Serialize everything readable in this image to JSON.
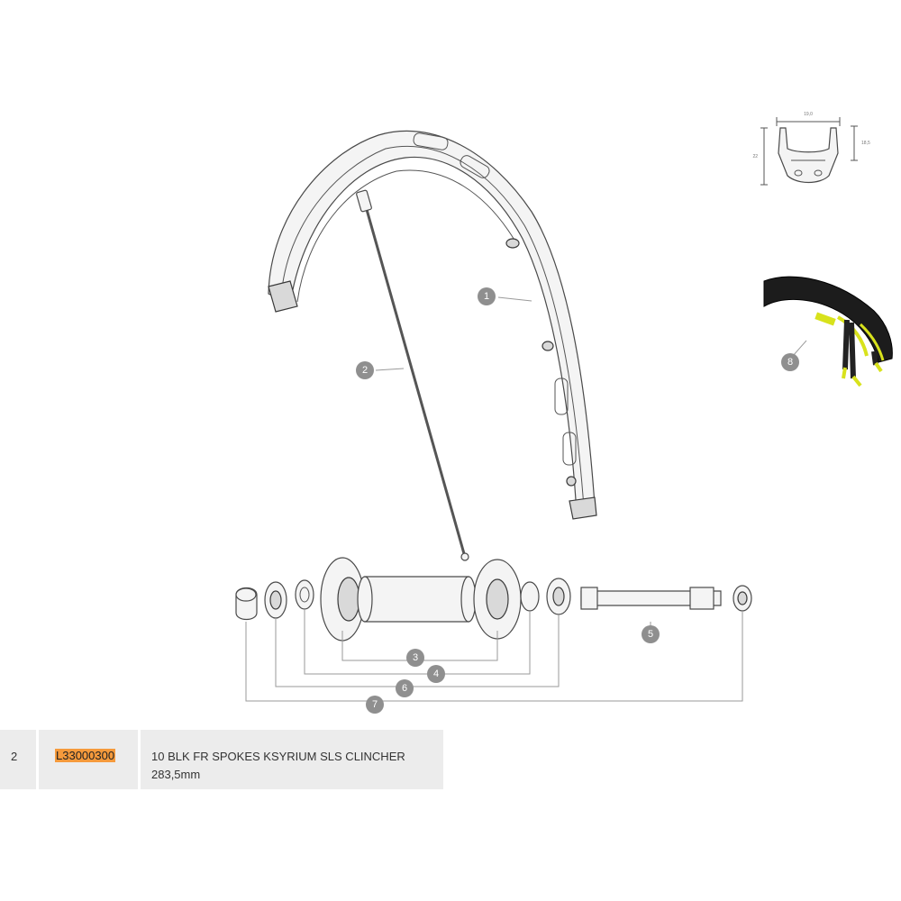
{
  "callouts": {
    "c1": "1",
    "c2": "2",
    "c3": "3",
    "c4": "4",
    "c5": "5",
    "c6": "6",
    "c7": "7",
    "c8": "8"
  },
  "profile_dims": {
    "width": "19,0",
    "height_inner": "18,5",
    "height_outer": "22"
  },
  "table": {
    "row": {
      "number": "2",
      "reference": "L33000300",
      "description_line1": "10 BLK FR SPOKES KSYRIUM SLS CLINCHER",
      "description_line2": "283,5mm"
    }
  },
  "colors": {
    "highlight": "#f59a3c",
    "row_bg": "#ececec",
    "callout": "#8f8f8f",
    "tire_accent": "#d8e21c"
  }
}
